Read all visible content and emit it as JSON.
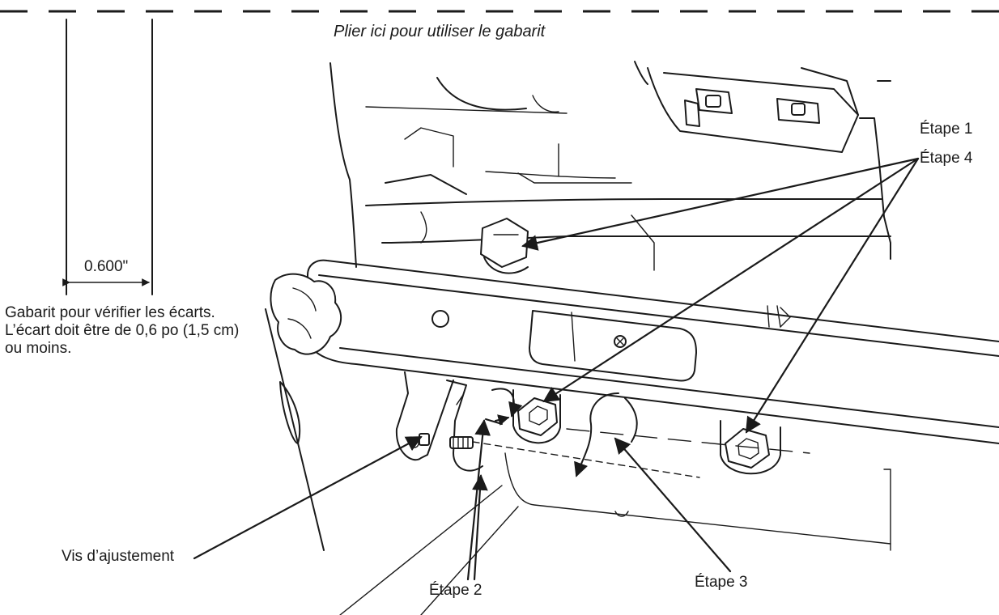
{
  "fold_instruction": "Plier ici pour utiliser le gabarit",
  "gauge": {
    "dimension": "0.600\"",
    "note": "Gabarit pour vérifier les écarts. L’écart doit être de 0,6 po (1,5 cm) ou moins."
  },
  "callouts": {
    "step1": "Étape 1",
    "step4": "Étape 4",
    "step2": "Étape 2",
    "step3": "Étape 3",
    "adjust_screw": "Vis d’ajustement"
  },
  "icons": {
    "bolt": "hex-bolt-icon",
    "screw": "adjustment-screw-icon",
    "rotation": "rotation-arrow-icon"
  },
  "colors": {
    "line": "#1a1a1a",
    "background": "#ffffff"
  }
}
